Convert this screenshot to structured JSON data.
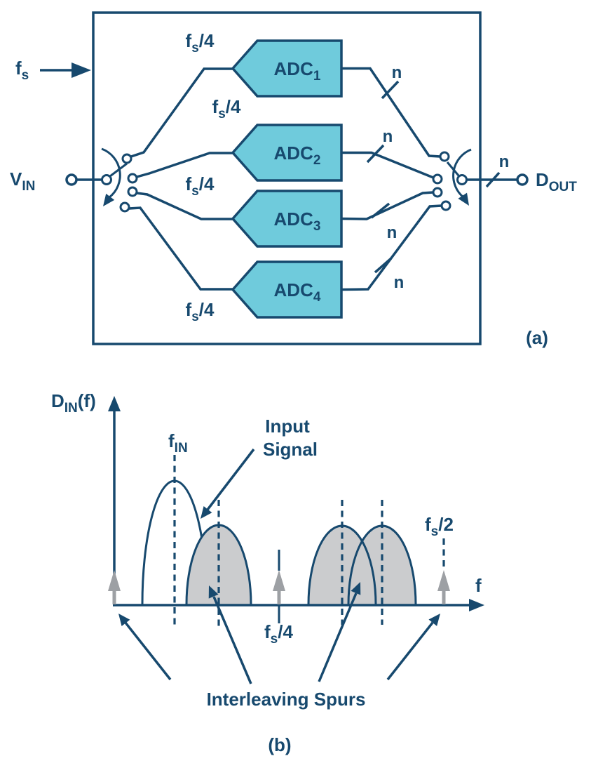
{
  "colors": {
    "line_navy": "#17496E",
    "adc_fill_teal": "#6FCBDC",
    "spur_fill_gray": "#CBCCCE",
    "tone_arrow_gray": "#9DA0A4",
    "background": "#FFFFFF"
  },
  "panel_a": {
    "caption": "(a)",
    "sample_clock": {
      "base": "f",
      "sub": "s"
    },
    "analog_input": {
      "base": "V",
      "sub": "IN"
    },
    "digital_output": {
      "base": "D",
      "sub": "OUT"
    },
    "bus_width": "n",
    "adcs": [
      {
        "label": {
          "base": "ADC",
          "sub": "1"
        },
        "clock": {
          "base": "f",
          "sub": "s",
          "rest": "/4"
        }
      },
      {
        "label": {
          "base": "ADC",
          "sub": "2"
        },
        "clock": {
          "base": "f",
          "sub": "s",
          "rest": "/4"
        }
      },
      {
        "label": {
          "base": "ADC",
          "sub": "3"
        },
        "clock": {
          "base": "f",
          "sub": "s",
          "rest": "/4"
        }
      },
      {
        "label": {
          "base": "ADC",
          "sub": "4"
        },
        "clock": {
          "base": "f",
          "sub": "s",
          "rest": "/4"
        }
      }
    ]
  },
  "panel_b": {
    "caption": "(b)",
    "y_axis_label": {
      "base": "D",
      "sub": "IN",
      "rest": "(f)"
    },
    "x_axis_label": "f",
    "input_frequency": {
      "base": "f",
      "sub": "IN"
    },
    "quarter_rate_marker": {
      "base": "f",
      "sub": "s",
      "rest": "/4"
    },
    "half_rate_marker": {
      "base": "f",
      "sub": "s",
      "rest": "/2"
    },
    "input_signal_caption": {
      "line1": "Input",
      "line2": "Signal"
    },
    "spurs_caption": "Interleaving Spurs"
  }
}
